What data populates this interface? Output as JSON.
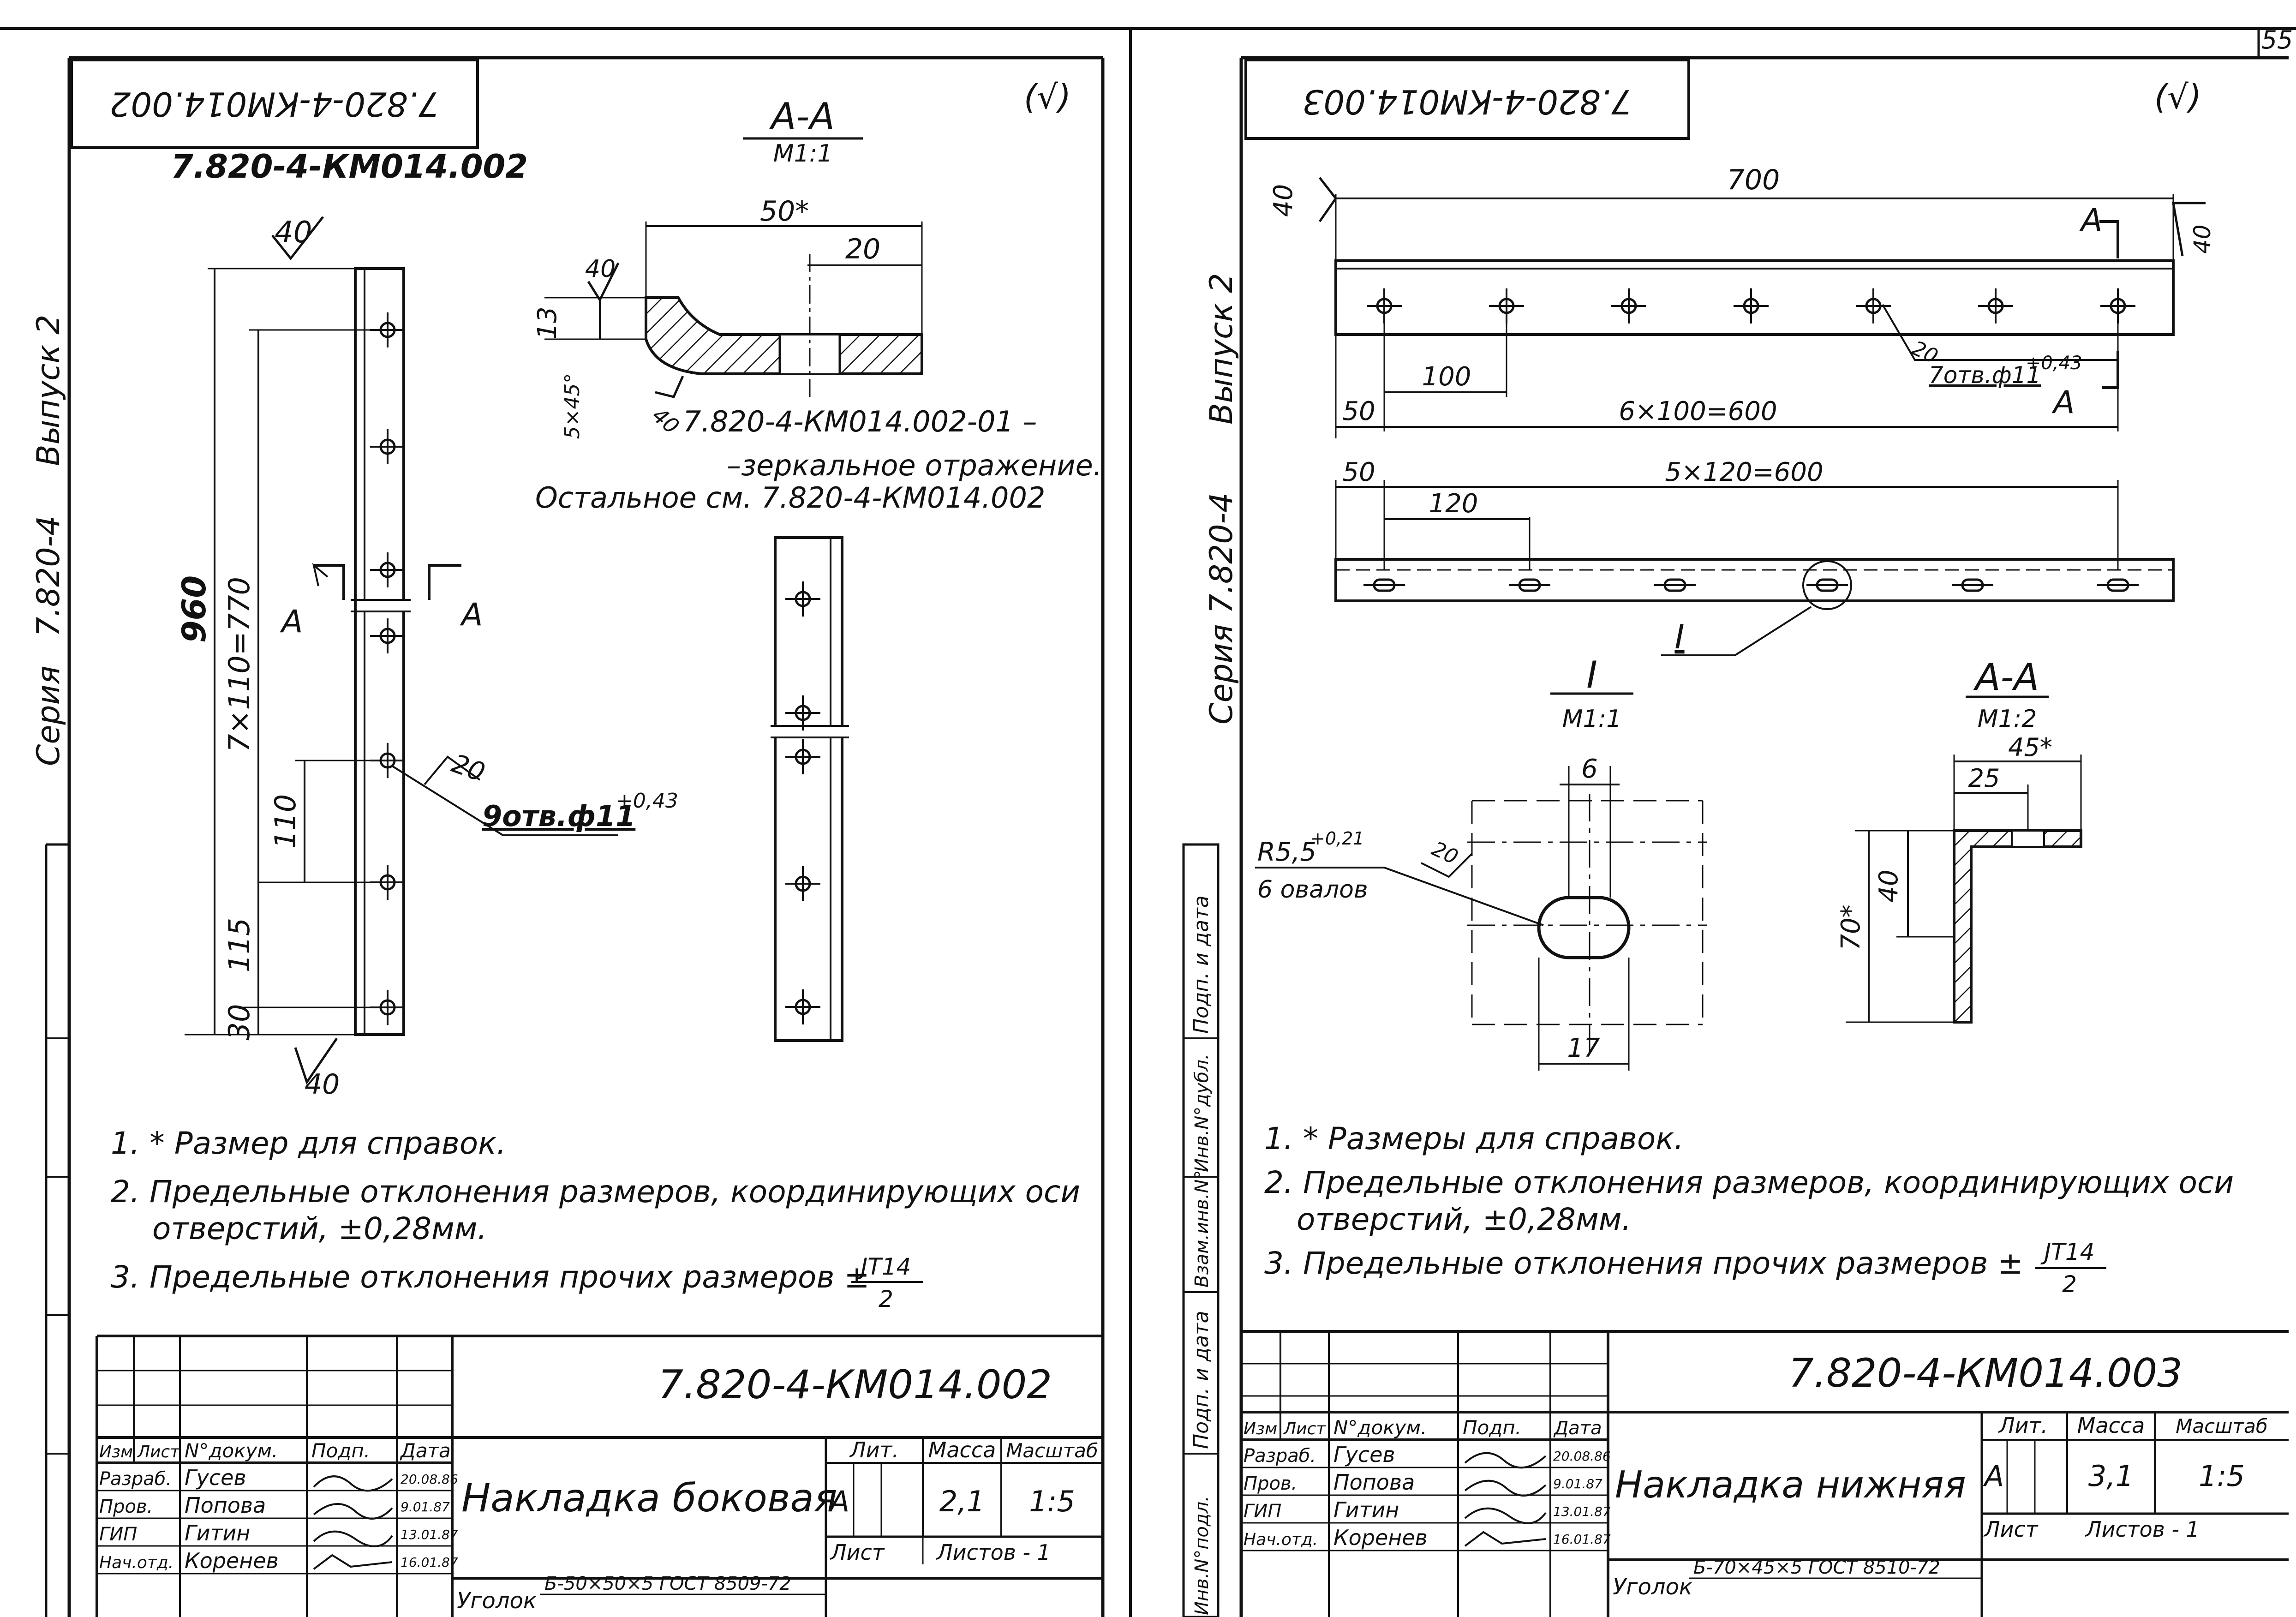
{
  "page_number": "55",
  "left_sheet": {
    "stamp_code": "7.820-4-КМ014.002",
    "part_code": "7.820-4-КМ014.002",
    "roughness": "(√)",
    "margin_label": {
      "series": "Серия",
      "code": "7.820-4",
      "issue": "Выпуск 2"
    },
    "section": {
      "title": "А-А",
      "scale": "М1:1",
      "dim_width": "50*",
      "dim_flange": "20",
      "dim_height": "13",
      "chamfer": "5×45°",
      "radius": "40",
      "rough": "40"
    },
    "mirror_note": {
      "line1": "7.820-4-КМ014.002-01 –",
      "line2": "–зеркальное отражение.",
      "line3": "Остальное см. 7.820-4-КМ014.002"
    },
    "main_view": {
      "total": "960",
      "spacing": "7×110=770",
      "step": "110",
      "offset": "115",
      "end": "30",
      "rough_top": "40",
      "rough_bottom": "40",
      "rough_hole": "20",
      "holes": "9отв.ф11",
      "tolerance": "+0,43",
      "cut": "А"
    },
    "notes": [
      "1. * Размер для справок.",
      "2. Предельные отклонения размеров, координирующих оси",
      "отверстий, ±0,28мм.",
      "3. Предельные отклонения прочих размеров ±"
    ],
    "it_num": "JT14",
    "it_den": "2",
    "title_block": {
      "doc_code": "7.820-4-КМ014.002",
      "name": "Накладка боковая",
      "headers": {
        "izm": "Изм",
        "list": "Лист",
        "doc": "N°докум.",
        "sign": "Подп.",
        "date": "Дата"
      },
      "rows": [
        {
          "role": "Разраб.",
          "name": "Гусев",
          "date": "20.08.86"
        },
        {
          "role": "Пров.",
          "name": "Попова",
          "date": "9.01.87"
        },
        {
          "role": "ГИП",
          "name": "Гитин",
          "date": "13.01.87"
        },
        {
          "role": "Нач.отд.",
          "name": "Коренев",
          "date": "16.01.87"
        }
      ],
      "lit_label": "Лит.",
      "mass_label": "Масса",
      "scale_label": "Масштаб",
      "lit": "А",
      "mass": "2,1",
      "scale": "1:5",
      "sheet_label": "Лист",
      "sheets_label": "Листов - 1",
      "material_prefix": "Уголок",
      "material": "Б-50×50×5 ГОСТ 8509-72"
    }
  },
  "right_sheet": {
    "stamp_code": "7.820-4-КМ014.003",
    "roughness": "(√)",
    "margin_label": {
      "series": "Серия",
      "code": "7.820-4",
      "issue": "Выпуск 2"
    },
    "top_view": {
      "length": "700",
      "rough": "40",
      "rough_right": "40",
      "step": "100",
      "start": "50",
      "spacing": "6×100=600",
      "holes": "7отв.ф11",
      "tolerance": "+0,43",
      "rough_hole": "20",
      "cut": "А"
    },
    "front_view": {
      "start": "50",
      "step": "120",
      "spacing": "5×120=600",
      "callout": "I"
    },
    "detail": {
      "title": "I",
      "scale": "М1:1",
      "width": "6",
      "length": "17",
      "radius": "R5,5",
      "tolerance": "+0,21",
      "count": "6 овалов",
      "rough": "20"
    },
    "section": {
      "title": "А-А",
      "scale": "М1:2",
      "dim_width": "45*",
      "dim_flange": "25",
      "dim_height": "40",
      "dim_total": "70*"
    },
    "notes": [
      "1. * Размеры для справок.",
      "2. Предельные отклонения размеров, координирующих оси",
      "отверстий, ±0,28мм.",
      "3. Предельные отклонения прочих размеров ±"
    ],
    "it_num": "JT14",
    "it_den": "2",
    "side_stamp": [
      "Подп. и дата",
      "Инв.N°дубл.",
      "Взам.инв.N°",
      "Подп. и дата",
      "Инв.N°подл."
    ],
    "title_block": {
      "doc_code": "7.820-4-КМ014.003",
      "name": "Накладка нижняя",
      "headers": {
        "izm": "Изм",
        "list": "Лист",
        "doc": "N°докум.",
        "sign": "Подп.",
        "date": "Дата"
      },
      "rows": [
        {
          "role": "Разраб.",
          "name": "Гусев",
          "date": "20.08.86"
        },
        {
          "role": "Пров.",
          "name": "Попова",
          "date": "9.01.87"
        },
        {
          "role": "ГИП",
          "name": "Гитин",
          "date": "13.01.87"
        },
        {
          "role": "Нач.отд.",
          "name": "Коренев",
          "date": "16.01.87"
        }
      ],
      "lit_label": "Лит.",
      "mass_label": "Масса",
      "scale_label": "Масштаб",
      "lit": "А",
      "mass": "3,1",
      "scale": "1:5",
      "sheet_label": "Лист",
      "sheets_label": "Листов - 1",
      "material_prefix": "Уголок",
      "material": "Б-70×45×5 ГОСТ 8510-72"
    }
  }
}
